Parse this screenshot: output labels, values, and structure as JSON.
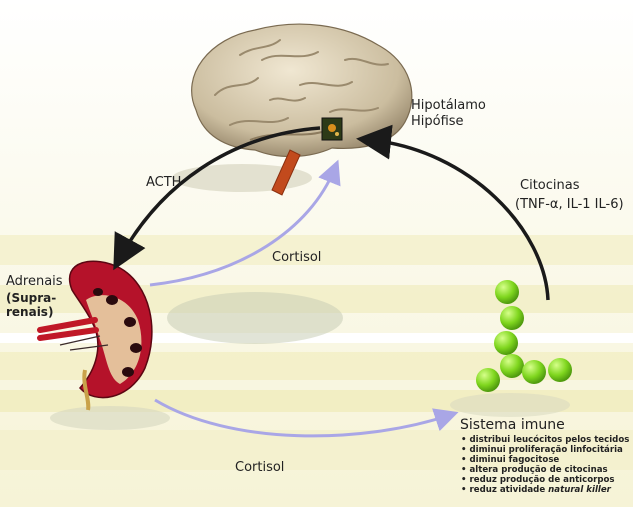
{
  "labels": {
    "hypothalamus": "Hipotálamo",
    "pituitary": "Hipófise",
    "acth": "ACTH",
    "cytokines": "Citocinas",
    "cytokines_list": "(TNF-α, IL-1 IL-6)",
    "cortisol_upper": "Cortisol",
    "cortisol_lower": "Cortisol",
    "adrenals": "Adrenais",
    "adrenals_alt_line1": "(Supra-",
    "adrenals_alt_line2": "renais)",
    "immune_system": "Sistema imune"
  },
  "immune_effects": [
    "distribui leucócitos pelos tecidos",
    "diminui proliferação linfocitária",
    "diminui fagocitose",
    "altera produção de citocinas",
    "reduz produção de anticorpos"
  ],
  "last_effect_prefix": "reduz atividade",
  "last_effect_italic": "natural killer",
  "colors": {
    "acth_arrow": "#1a1a1a",
    "cytokine_arrow": "#1a1a1a",
    "cortisol_arrow": "#a9a6e6",
    "brain": "#d9cdb4",
    "kidney": "#b5122a",
    "immune_cells": "#7fd61e",
    "band_yellow": "#f4f1c8"
  },
  "icons": [
    "brain-illustration",
    "kidney-illustration",
    "immune-cells-illustration"
  ]
}
